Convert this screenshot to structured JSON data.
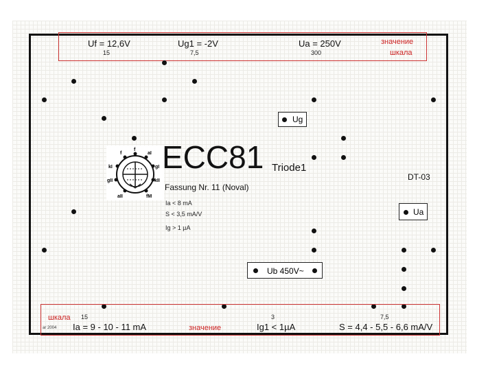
{
  "header": {
    "uf": "Uf = 12,6V",
    "uf_scale": "15",
    "ug1": "Ug1 = -2V",
    "ug1_scale": "7,5",
    "ua": "Ua = 250V",
    "ua_scale": "300",
    "label_value": "значение",
    "label_scale": "шкала"
  },
  "tube": {
    "name": "ECC81",
    "system": "Triode1",
    "socket": "Fassung Nr. 11 (Noval)",
    "spec_ia": "Ia < 8 mA",
    "spec_s": "S < 3,5 mA/V",
    "spec_ig": "Ig > 1 µA",
    "code": "DT-03",
    "pins": [
      "f",
      "f",
      "aI",
      "kI",
      "gI",
      "gII",
      "kII",
      "aII",
      "fM"
    ]
  },
  "terminals": {
    "ug": "Ug",
    "ua": "Ua",
    "ub": "Ub 450V~"
  },
  "footer": {
    "label_scale": "шкала",
    "label_value": "значение",
    "ia_scale": "15",
    "ia": "Ia = 9 - 10 - 11 mA",
    "ig1_scale": "3",
    "ig1": "Ig1 < 1µA",
    "s_scale": "7,5",
    "s": "S = 4,4 - 5,5 - 6,6 mA/V",
    "copyright": "ar 2004"
  },
  "colors": {
    "annotation": "#cc2222",
    "ink": "#111111"
  }
}
